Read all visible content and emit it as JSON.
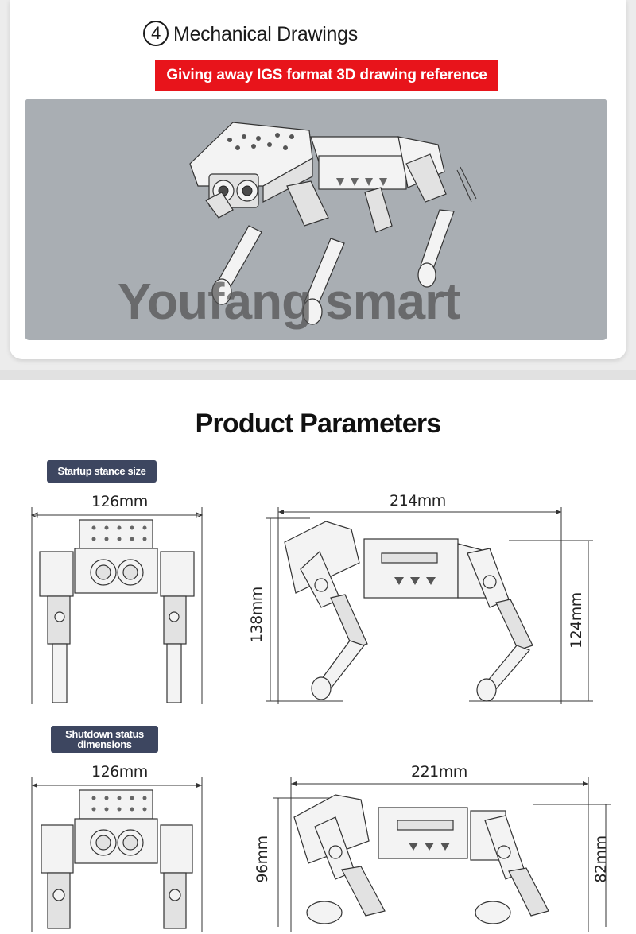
{
  "section": {
    "number": "4",
    "title": "Mechanical Drawings",
    "banner": "Giving away IGS format 3D drawing reference",
    "watermark": "Youfang smart"
  },
  "params": {
    "title": "Product Parameters",
    "startup": {
      "tag": "Startup stance size",
      "front_width": "126mm",
      "side_length": "214mm",
      "height_left": "138mm",
      "height_right": "124mm"
    },
    "shutdown": {
      "tag_line1": "Shutdown status",
      "tag_line2": "dimensions",
      "front_width": "126mm",
      "side_length": "221mm",
      "height_left": "96mm",
      "height_right": "82mm"
    }
  },
  "colors": {
    "banner_red": "#e8141b",
    "tag_navy": "#3d4660",
    "render_bg": "#a9aeb3"
  }
}
